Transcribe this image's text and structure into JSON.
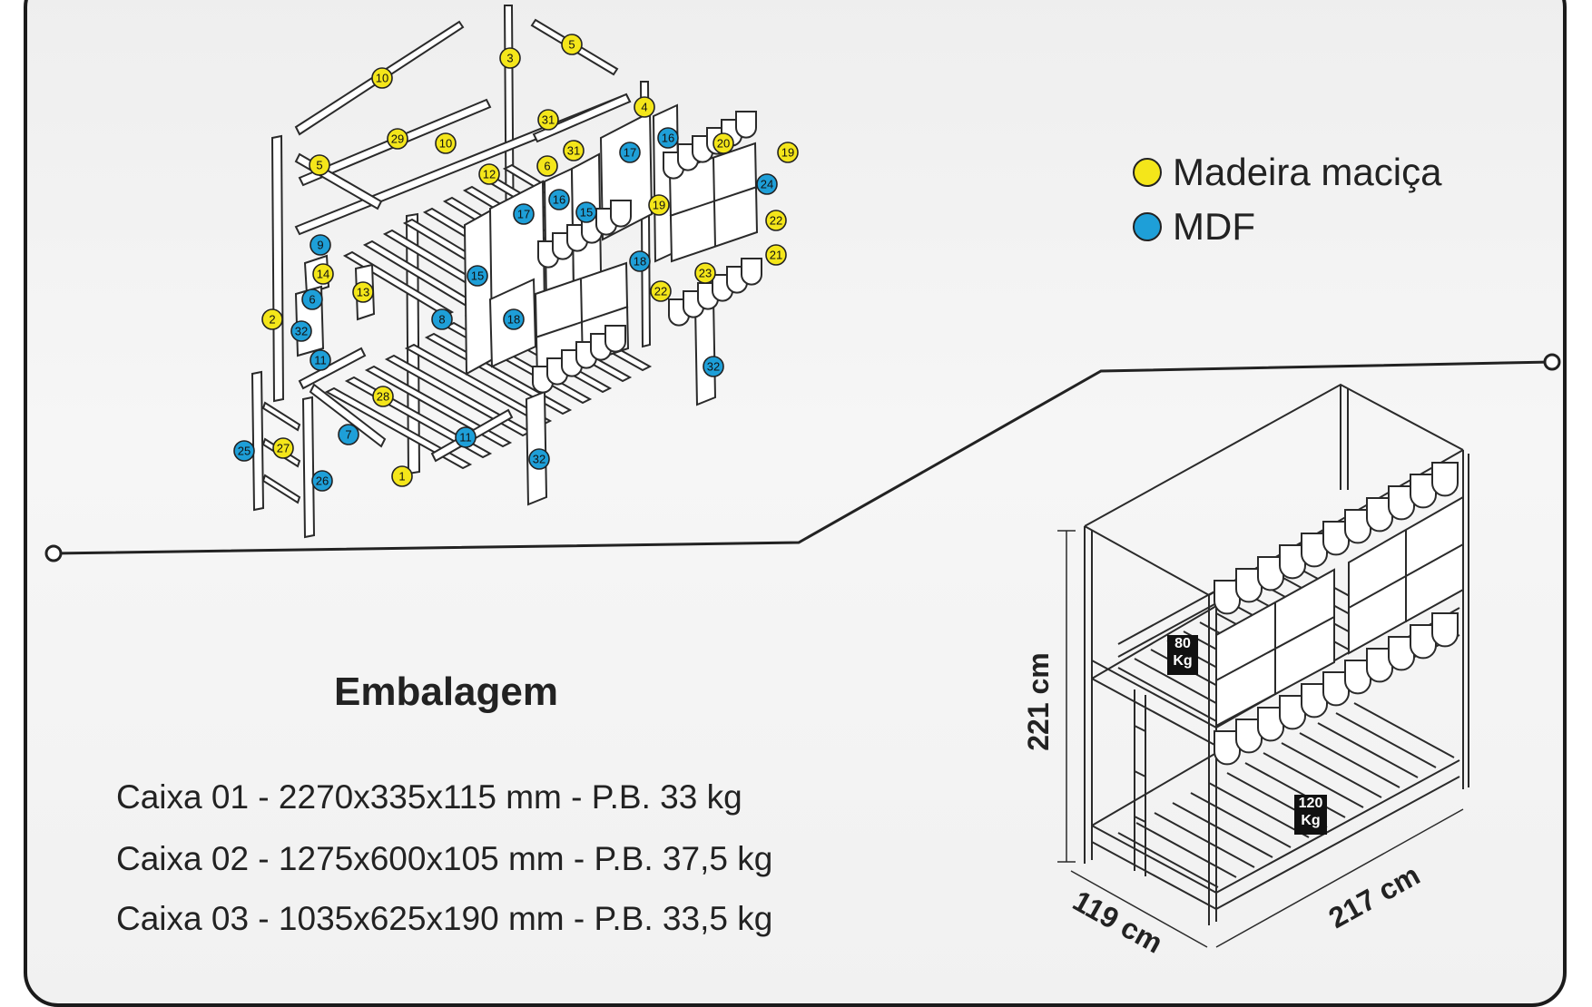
{
  "legend": [
    {
      "label": "Madeira maciça",
      "color": "#f4e61a"
    },
    {
      "label": "MDF",
      "color": "#1e9fd8"
    }
  ],
  "packaging": {
    "title": "Embalagem",
    "boxes": [
      "Caixa 01 - 2270x335x115 mm - P.B. 33 kg",
      "Caixa 02 - 1275x600x105 mm - P.B. 37,5 kg",
      "Caixa 03 - 1035x625x190 mm - P.B. 33,5 kg"
    ]
  },
  "dimensions": {
    "height": "221 cm",
    "depth": "119 cm",
    "width": "217 cm"
  },
  "weights": {
    "upper": {
      "value": "80",
      "unit": "Kg"
    },
    "lower": {
      "value": "120",
      "unit": "Kg"
    }
  },
  "parts": [
    {
      "n": "10",
      "m": "solid"
    },
    {
      "n": "3",
      "m": "solid"
    },
    {
      "n": "5",
      "m": "solid"
    },
    {
      "n": "4",
      "m": "solid"
    },
    {
      "n": "31",
      "m": "solid"
    },
    {
      "n": "29",
      "m": "solid"
    },
    {
      "n": "10",
      "m": "solid"
    },
    {
      "n": "16",
      "m": "mdf"
    },
    {
      "n": "20",
      "m": "solid"
    },
    {
      "n": "19",
      "m": "solid"
    },
    {
      "n": "31",
      "m": "solid"
    },
    {
      "n": "17",
      "m": "mdf"
    },
    {
      "n": "5",
      "m": "solid"
    },
    {
      "n": "6",
      "m": "solid"
    },
    {
      "n": "12",
      "m": "solid"
    },
    {
      "n": "24",
      "m": "mdf"
    },
    {
      "n": "19",
      "m": "solid"
    },
    {
      "n": "16",
      "m": "mdf"
    },
    {
      "n": "17",
      "m": "mdf"
    },
    {
      "n": "15",
      "m": "mdf"
    },
    {
      "n": "22",
      "m": "solid"
    },
    {
      "n": "9",
      "m": "mdf"
    },
    {
      "n": "21",
      "m": "solid"
    },
    {
      "n": "14",
      "m": "solid"
    },
    {
      "n": "15",
      "m": "mdf"
    },
    {
      "n": "18",
      "m": "mdf"
    },
    {
      "n": "23",
      "m": "solid"
    },
    {
      "n": "6",
      "m": "mdf"
    },
    {
      "n": "13",
      "m": "solid"
    },
    {
      "n": "22",
      "m": "solid"
    },
    {
      "n": "2",
      "m": "solid"
    },
    {
      "n": "8",
      "m": "mdf"
    },
    {
      "n": "18",
      "m": "mdf"
    },
    {
      "n": "32",
      "m": "mdf"
    },
    {
      "n": "11",
      "m": "mdf"
    },
    {
      "n": "32",
      "m": "mdf"
    },
    {
      "n": "28",
      "m": "solid"
    },
    {
      "n": "7",
      "m": "mdf"
    },
    {
      "n": "11",
      "m": "mdf"
    },
    {
      "n": "25",
      "m": "mdf"
    },
    {
      "n": "27",
      "m": "solid"
    },
    {
      "n": "32",
      "m": "mdf"
    },
    {
      "n": "26",
      "m": "mdf"
    },
    {
      "n": "1",
      "m": "solid"
    }
  ]
}
